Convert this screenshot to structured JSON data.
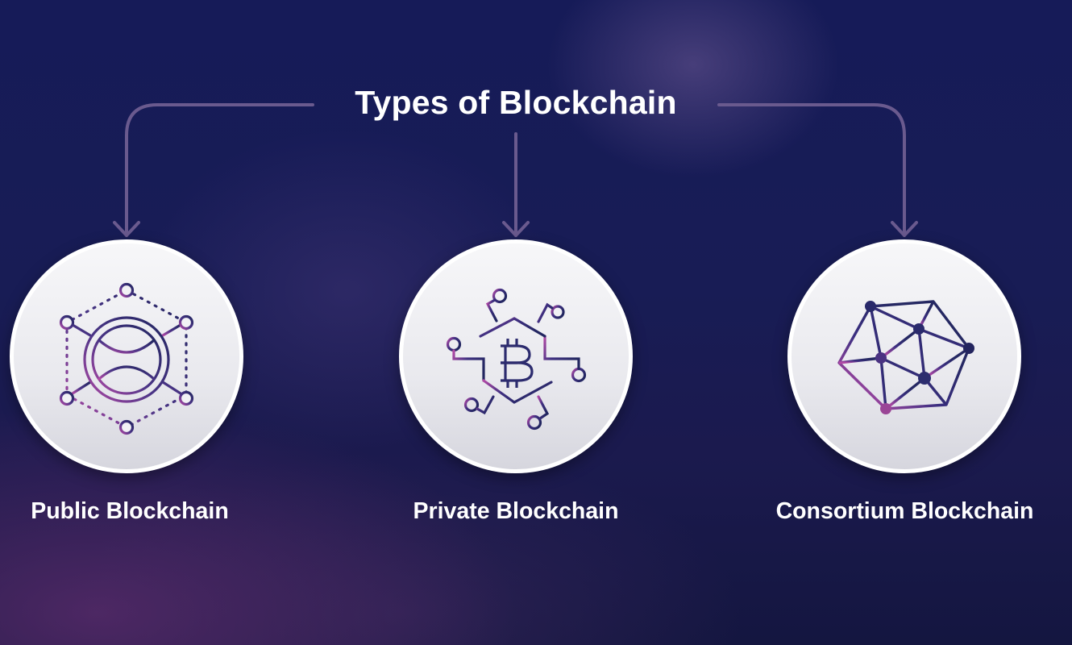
{
  "title": "Types of Blockchain",
  "colors": {
    "background": "#151a4e",
    "connector": "#6a5a8e",
    "icon_navy": "#27296a",
    "icon_purple": "#a04a9e",
    "circle_fill": "#efeff3",
    "text": "#ffffff"
  },
  "types": [
    {
      "label": "Public Blockchain",
      "icon": "globe-network-icon"
    },
    {
      "label": "Private Blockchain",
      "icon": "bitcoin-circuit-icon"
    },
    {
      "label": "Consortium Blockchain",
      "icon": "polyhedron-network-icon"
    }
  ]
}
